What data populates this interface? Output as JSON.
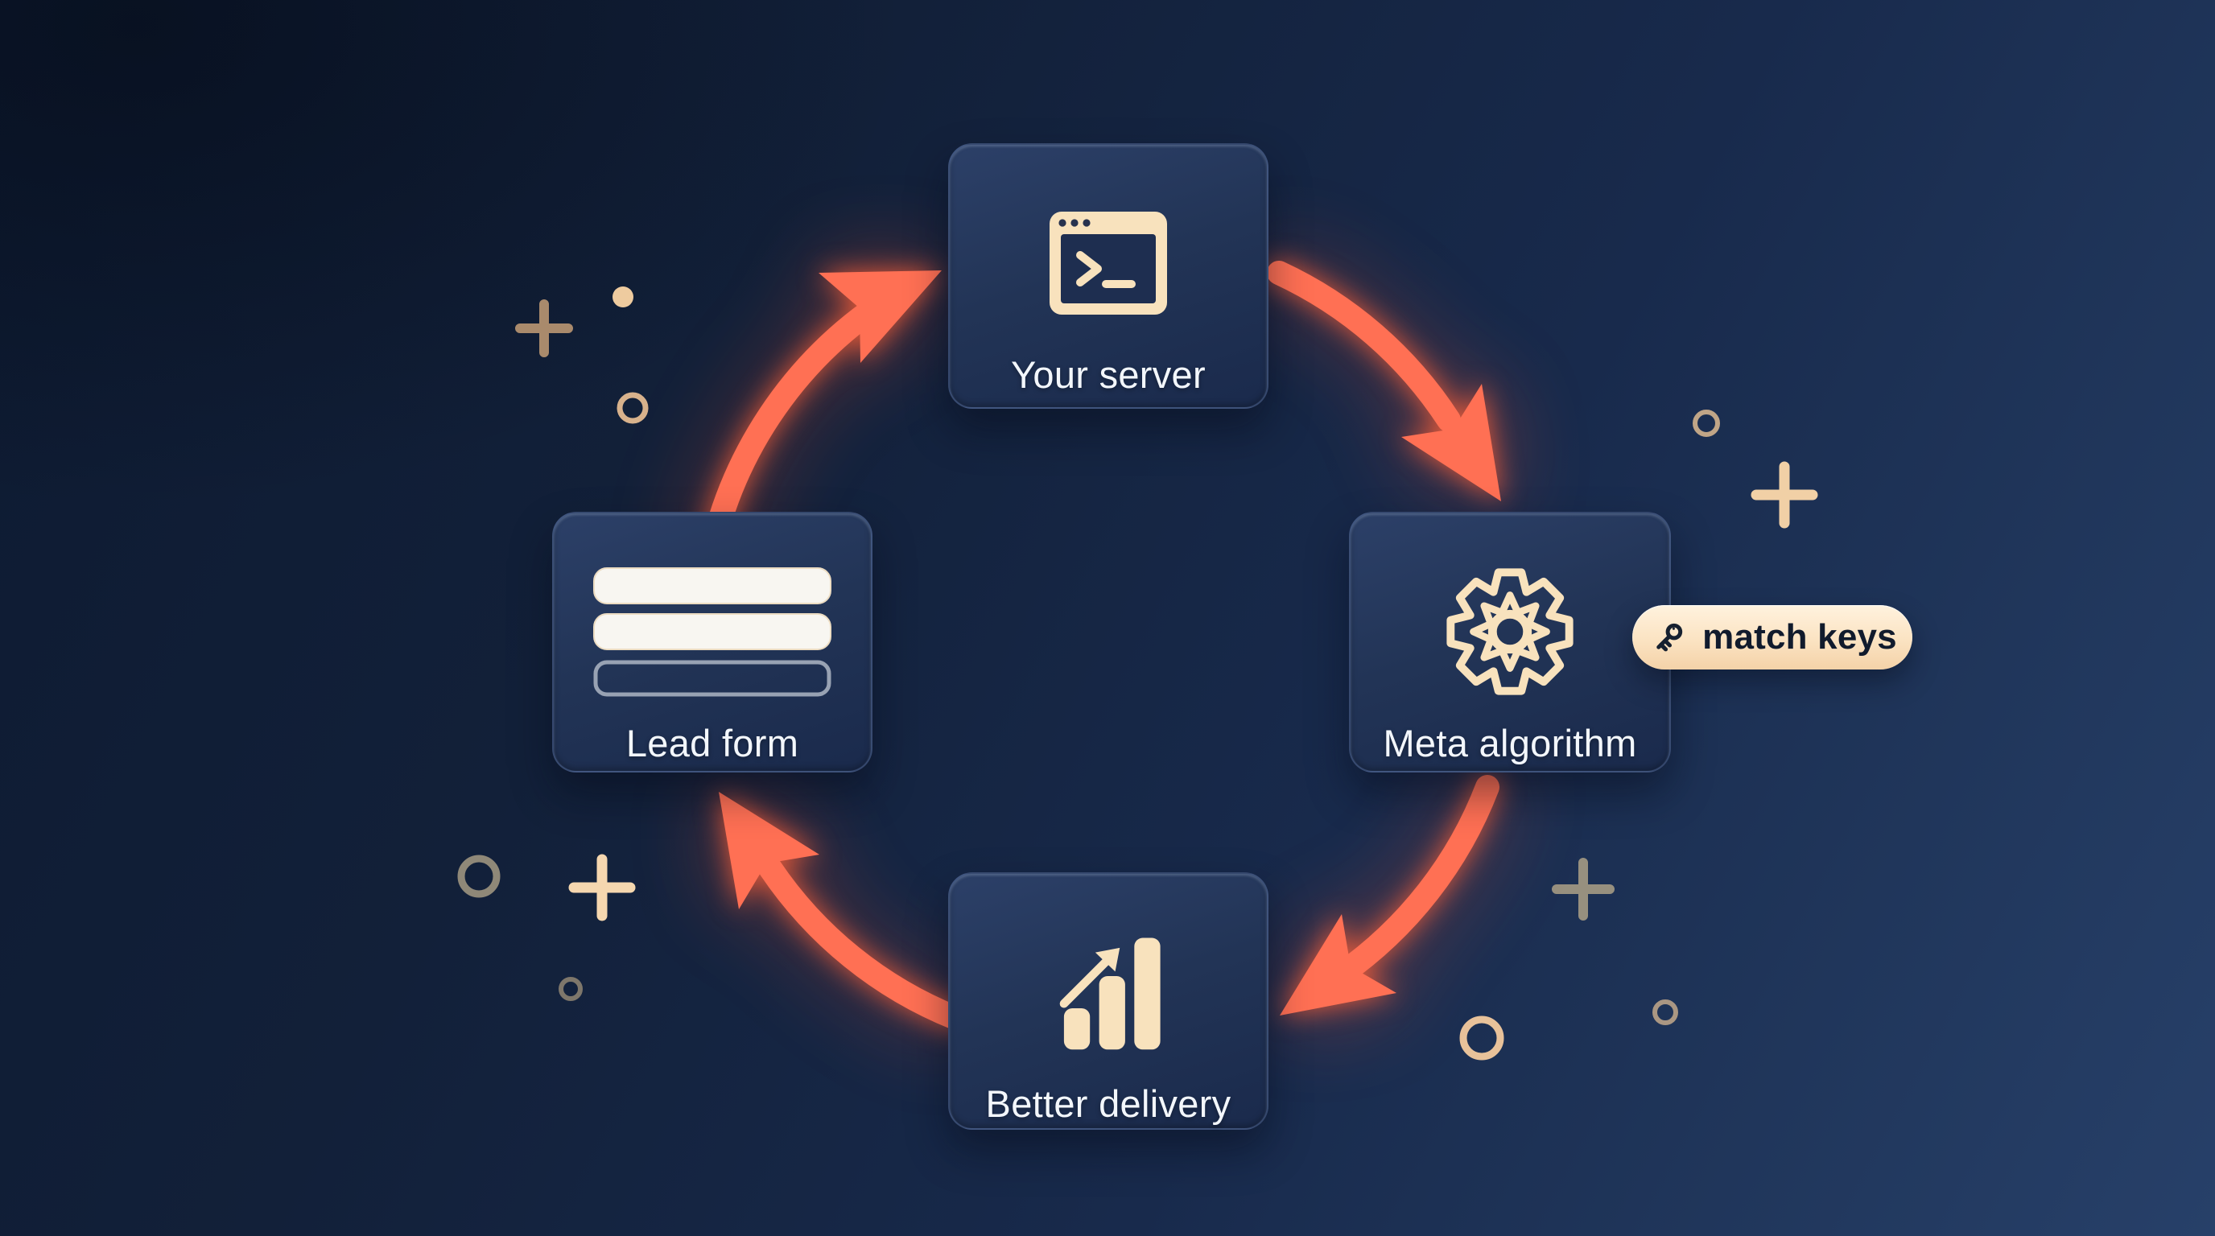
{
  "diagram": {
    "title_hint": "circular lead-processing flow",
    "nodes": [
      {
        "id": "your-server",
        "label": "Your server",
        "icon": "terminal-window-icon"
      },
      {
        "id": "meta-algorithm",
        "label": "Meta algorithm",
        "icon": "gear-icon"
      },
      {
        "id": "better-delivery",
        "label": "Better delivery",
        "icon": "bar-chart-up-icon"
      },
      {
        "id": "lead-form",
        "label": "Lead form",
        "icon": "form-fields-icon"
      }
    ],
    "edges": [
      {
        "from": "lead-form",
        "to": "your-server"
      },
      {
        "from": "your-server",
        "to": "meta-algorithm"
      },
      {
        "from": "meta-algorithm",
        "to": "better-delivery"
      },
      {
        "from": "better-delivery",
        "to": "lead-form"
      }
    ],
    "badge": {
      "label": "match keys",
      "icon": "key-icon"
    },
    "flow": "circular-clockwise"
  },
  "colors": {
    "background_start": "#0d1a31",
    "background_end": "#274069",
    "card_fill_top": "#2c4068",
    "card_fill_bottom": "#1a2a4c",
    "card_border": "#5a719c",
    "arrow": "#ff7054",
    "arrow_glow": "#ff5a3c",
    "icon_cream": "#f8e2bd",
    "label_text": "#f3f7fc",
    "badge_bg_top": "#fff2de",
    "badge_bg_bottom": "#f4d2a8",
    "badge_text": "#111b2d",
    "decor_tan": "#a98a6c",
    "decor_cream": "#f5d7af",
    "decor_gray": "#97907f"
  }
}
